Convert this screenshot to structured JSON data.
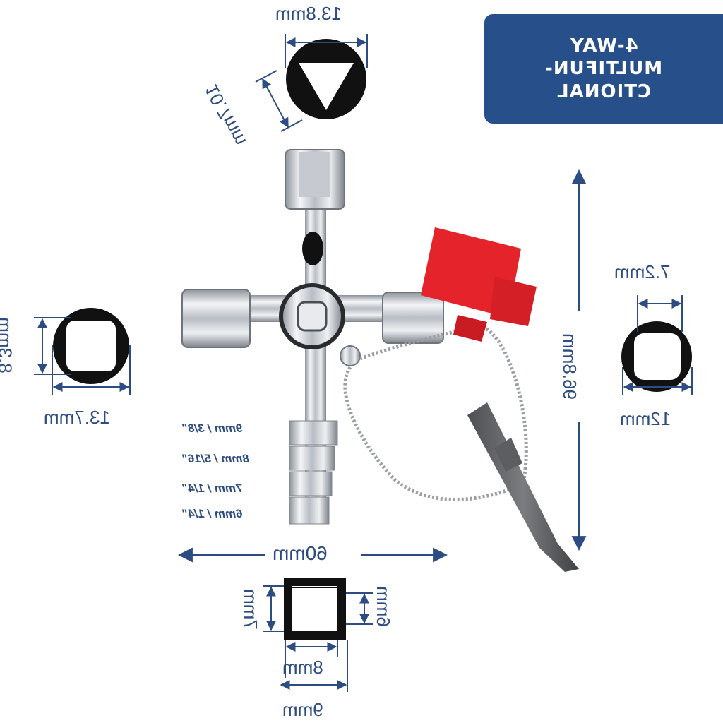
{
  "banner": {
    "lines": [
      "4-WAY",
      "MULTIFUN-",
      "CTIONAL"
    ]
  },
  "dimensions": {
    "triangle_width": "13.8mm",
    "triangle_height": "10.7mm",
    "left_square_width": "13.7mm",
    "left_square_height": "8.3mm",
    "right_square_width": "7.2mm",
    "right_square_outer": "12mm",
    "total_height": "96.8mm",
    "total_width": "60mm",
    "small_square_height": "7mm",
    "small_square_inner": "6mm",
    "small_square_inner_width": "8mm",
    "small_square_outer_width": "9mm"
  },
  "step_sizes": [
    "9mm / 3/8\"",
    "8mm / 5/16\"",
    "7mm / 1/4\"",
    "6mm / 1/4\""
  ],
  "colors": {
    "accent": "#27508b",
    "dimension": "#2d4d82",
    "cap": "#e8242a",
    "chrome": "#c9ccd2"
  }
}
